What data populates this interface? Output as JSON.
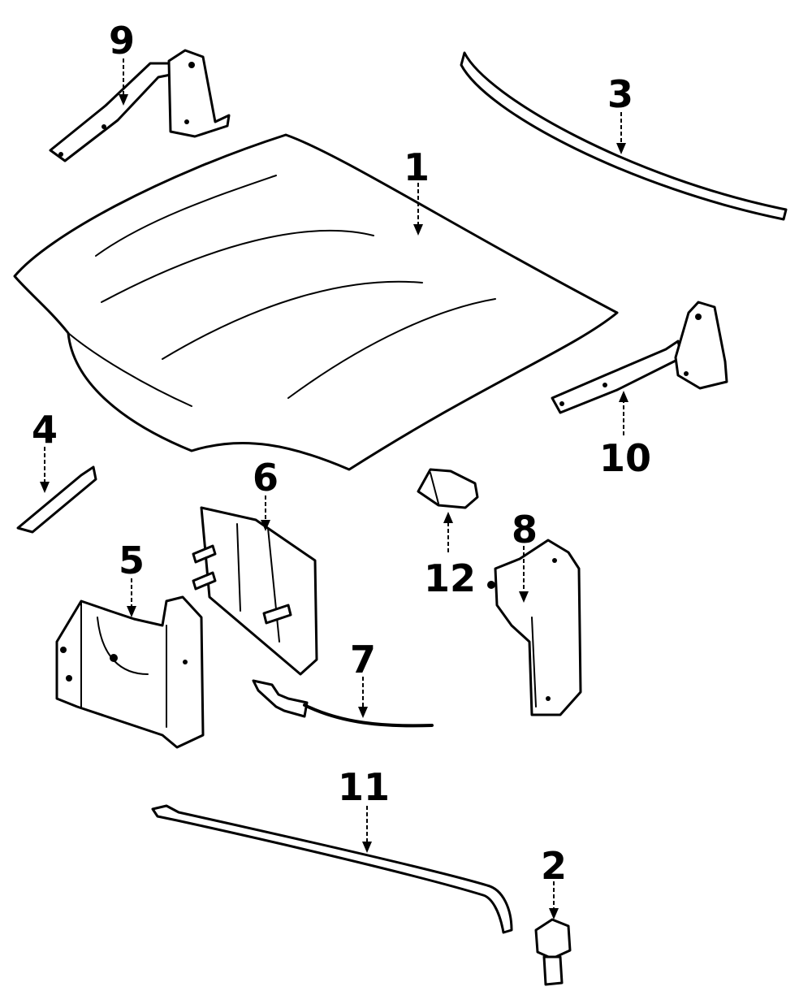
{
  "callouts": {
    "p1": "1",
    "p2": "2",
    "p3": "3",
    "p4": "4",
    "p5": "5",
    "p6": "6",
    "p7": "7",
    "p8": "8",
    "p9": "9",
    "p10": "10",
    "p11": "11",
    "p12": "12"
  },
  "colors": {
    "line": "#000000",
    "background": "#ffffff"
  }
}
